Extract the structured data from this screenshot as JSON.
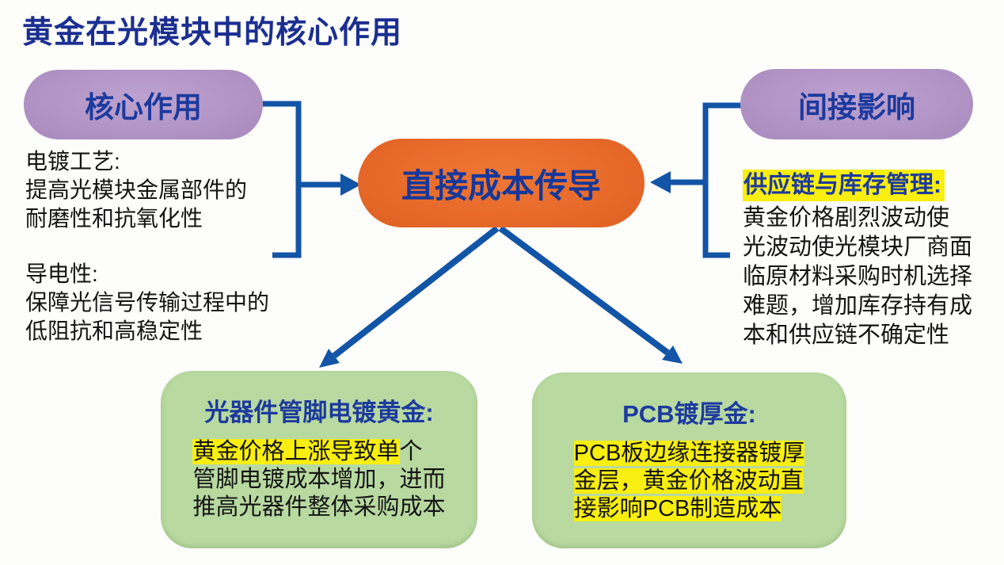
{
  "title": "黄金在光模块中的核心作用",
  "colors": {
    "background": "#fdfdfb",
    "title_blue": "#1b2e91",
    "label_blue": "#1c3a9e",
    "arrow_blue": "#1254a6",
    "purple_node": "#b294c6",
    "orange_node": "#e7692a",
    "green_node": "#b8d9a0",
    "highlight_yellow": "#f8ee10",
    "body_text": "#141414"
  },
  "nodes": {
    "core_role": {
      "label": "核心作用"
    },
    "indirect_impact": {
      "label": "间接影响"
    },
    "direct_cost": {
      "label": "直接成本传导"
    }
  },
  "left_panel": {
    "para1": {
      "lines": [
        "电镀工艺:",
        "提高光模块金属部件的",
        "耐磨性和抗氧化性"
      ]
    },
    "para2": {
      "lines": [
        "导电性:",
        "保障光信号传输过程中的",
        "低阻抗和高稳定性"
      ]
    }
  },
  "right_panel": {
    "heading": "供应链与库存管理:",
    "lines": [
      "黄金价格剧烈波动使",
      "光波动使光模块厂商面",
      "临原材料采购时机选择",
      "难题，增加库存持有成",
      "本和供应链不确定性"
    ]
  },
  "bottom_left": {
    "heading": "光器件管脚电镀黄金:",
    "line1_highlighted": "黄金价格上涨导致单",
    "line1_rest": "个",
    "lines": [
      "管脚电镀成本增加，进而",
      "推高光器件整体采购成本"
    ]
  },
  "bottom_right": {
    "heading": "PCB镀厚金:",
    "lines": [
      "PCB板边缘连接器镀厚",
      "金层，黄金价格波动直",
      "接影响PCB制造成本"
    ]
  }
}
